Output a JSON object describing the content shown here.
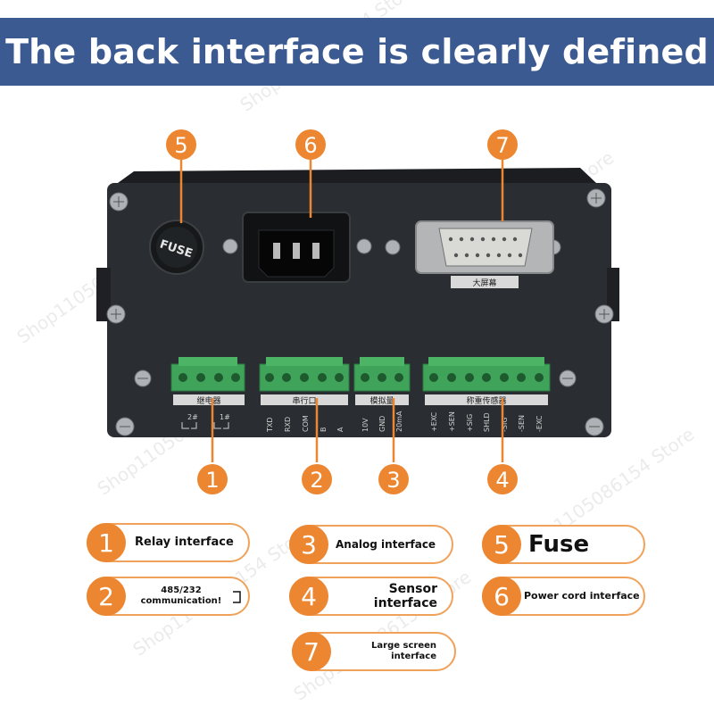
{
  "title": "The back interface is clearly defined",
  "callouts": [
    "1",
    "2",
    "3",
    "4",
    "5",
    "6",
    "7"
  ],
  "device": {
    "fuse_label": "FUSE",
    "large_screen_label": "大屏幕",
    "relay_label": "继电器",
    "serial_label": "串行口",
    "analog_label": "模拟量",
    "sensor_label": "称重传感器",
    "relay_marks": [
      "2#",
      "1#"
    ],
    "serial_pins": [
      "TXD",
      "RXD",
      "COM",
      "B",
      "A"
    ],
    "analog_pins": [
      "10V",
      "GND",
      "20mA"
    ],
    "sensor_pins": [
      "+EXC",
      "+SEN",
      "+SIG",
      "SHLD",
      "-SIG",
      "-SEN",
      "-EXC"
    ]
  },
  "legend": [
    {
      "num": "1",
      "text": "Relay interface"
    },
    {
      "num": "2",
      "text": "485/232 communication!"
    },
    {
      "num": "3",
      "text": "Analog interface"
    },
    {
      "num": "4",
      "text": "Sensor interface"
    },
    {
      "num": "5",
      "text": "Fuse"
    },
    {
      "num": "6",
      "text": "Power cord interface"
    },
    {
      "num": "7",
      "text": "Large screen interface"
    }
  ],
  "watermark": "Shop1105086154 Store",
  "colors": {
    "banner": "#3c5a92",
    "accent": "#ec8630",
    "device": "#2a2d31",
    "terminal": "#3fa35a"
  }
}
